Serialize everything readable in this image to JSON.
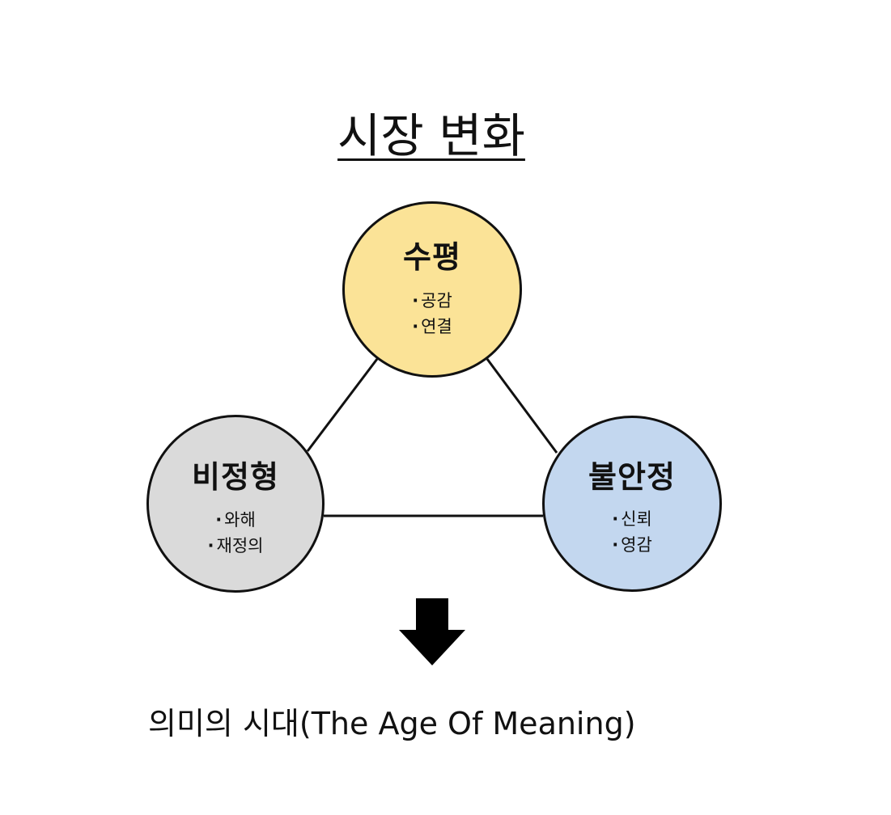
{
  "title": "시장 변화",
  "nodes": {
    "top": {
      "title": "수평",
      "items": [
        "공감",
        "연결"
      ],
      "color": "#fbe397"
    },
    "left": {
      "title": "비정형",
      "items": [
        "와해",
        "재정의"
      ],
      "color": "#dadada"
    },
    "right": {
      "title": "불안정",
      "items": [
        "신뢰",
        "영감"
      ],
      "color": "#c3d7ef"
    }
  },
  "bullet_glyph": "·",
  "arrow_icon": "down-arrow-icon",
  "caption": "의미의 시대(The Age Of Meaning)"
}
